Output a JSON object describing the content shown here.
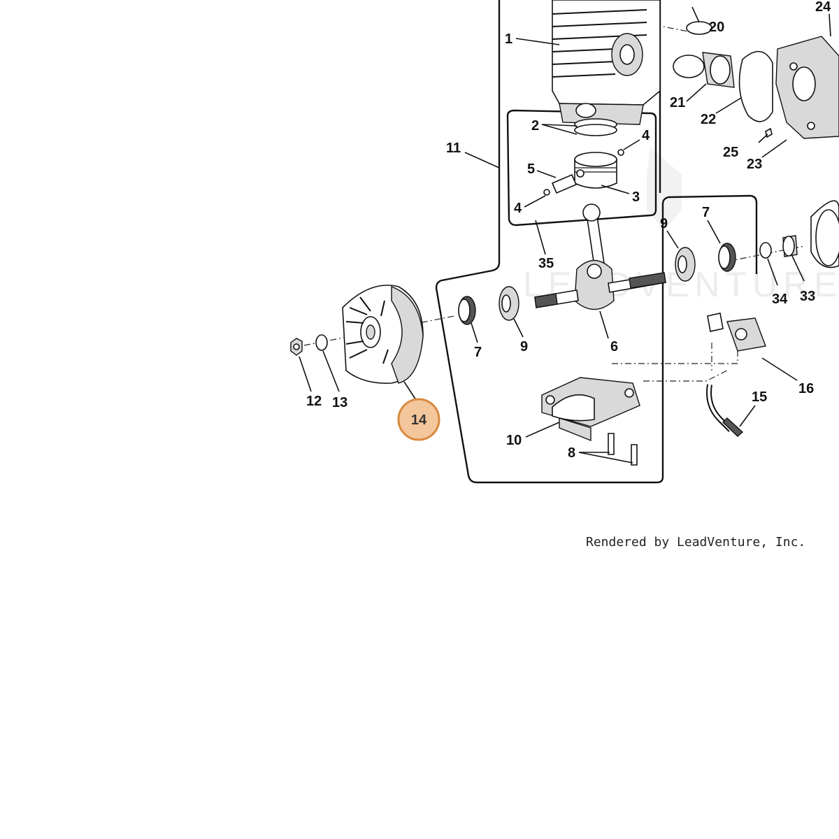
{
  "diagram": {
    "watermark": "LEADVENTURE",
    "credit": "Rendered by LeadVenture, Inc.",
    "highlight": {
      "label": "14",
      "fill": "#f3c69b",
      "stroke": "#d98a3e"
    },
    "labels": {
      "p1": "1",
      "p2": "2",
      "p3": "3",
      "p4a": "4",
      "p4b": "4",
      "p5": "5",
      "p6": "6",
      "p7a": "7",
      "p7b": "7",
      "p8": "8",
      "p9a": "9",
      "p9b": "9",
      "p10": "10",
      "p11": "11",
      "p12": "12",
      "p13": "13",
      "p15": "15",
      "p16": "16",
      "p20": "20",
      "p21": "21",
      "p22": "22",
      "p23": "23",
      "p24": "24",
      "p25": "25",
      "p33": "33",
      "p34": "34",
      "p35": "35"
    }
  }
}
